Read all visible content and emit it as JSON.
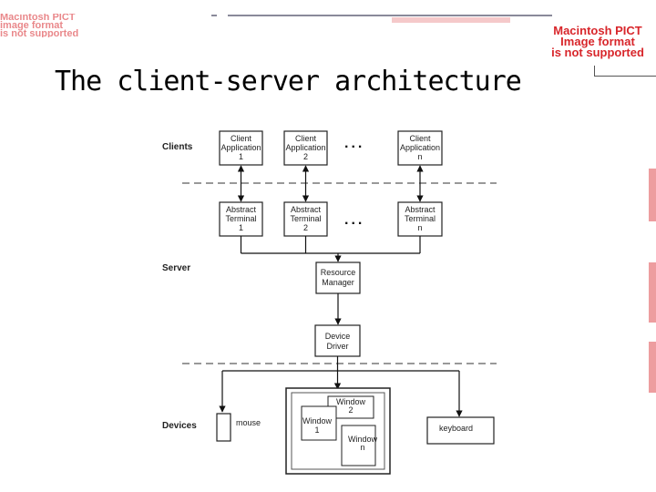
{
  "watermark": {
    "top_left_lines": [
      "Macintosh PICT",
      "image format",
      "is not supported"
    ],
    "box_lines": [
      "Macintosh PICT",
      "Image format",
      "is not supported"
    ]
  },
  "title": "The client-server architecture",
  "lanes": {
    "clients": "Clients",
    "server": "Server",
    "devices": "Devices"
  },
  "client_apps": [
    {
      "lines": [
        "Client",
        "Application",
        "1"
      ]
    },
    {
      "lines": [
        "Client",
        "Application",
        "2"
      ]
    },
    {
      "lines": [
        "Client",
        "Application",
        "n"
      ]
    }
  ],
  "terminals": [
    {
      "lines": [
        "Abstract",
        "Terminal",
        "1"
      ]
    },
    {
      "lines": [
        "Abstract",
        "Terminal",
        "2"
      ]
    },
    {
      "lines": [
        "Abstract",
        "Terminal",
        "n"
      ]
    }
  ],
  "ellipsis": "...",
  "resource_manager": [
    "Resource",
    "Manager"
  ],
  "device_driver": [
    "Device",
    "Driver"
  ],
  "devices": {
    "mouse": "mouse",
    "keyboard": "keyboard",
    "windows": [
      {
        "lines": [
          "Window",
          "2"
        ]
      },
      {
        "lines": [
          "Window",
          "1"
        ]
      },
      {
        "lines": [
          "Window",
          "n"
        ]
      }
    ]
  }
}
